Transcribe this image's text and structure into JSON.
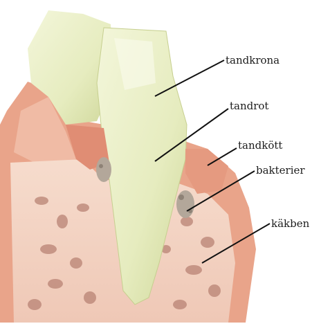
{
  "labels": {
    "tandkrona": "tandkrona",
    "tandrot": "tandrot",
    "tandkott": "tandkött",
    "bakterier": "bakterier",
    "kakben": "käkben"
  },
  "colors": {
    "enamel": "#e9efc6",
    "enamel_shadow": "#cfd79a",
    "gum": "#e9a48a",
    "gum_dark": "#d9836a",
    "bone": "#f2d3c4",
    "bone_cells": "#b98374",
    "bacteria": "#b3a79a",
    "leader": "#111111"
  }
}
